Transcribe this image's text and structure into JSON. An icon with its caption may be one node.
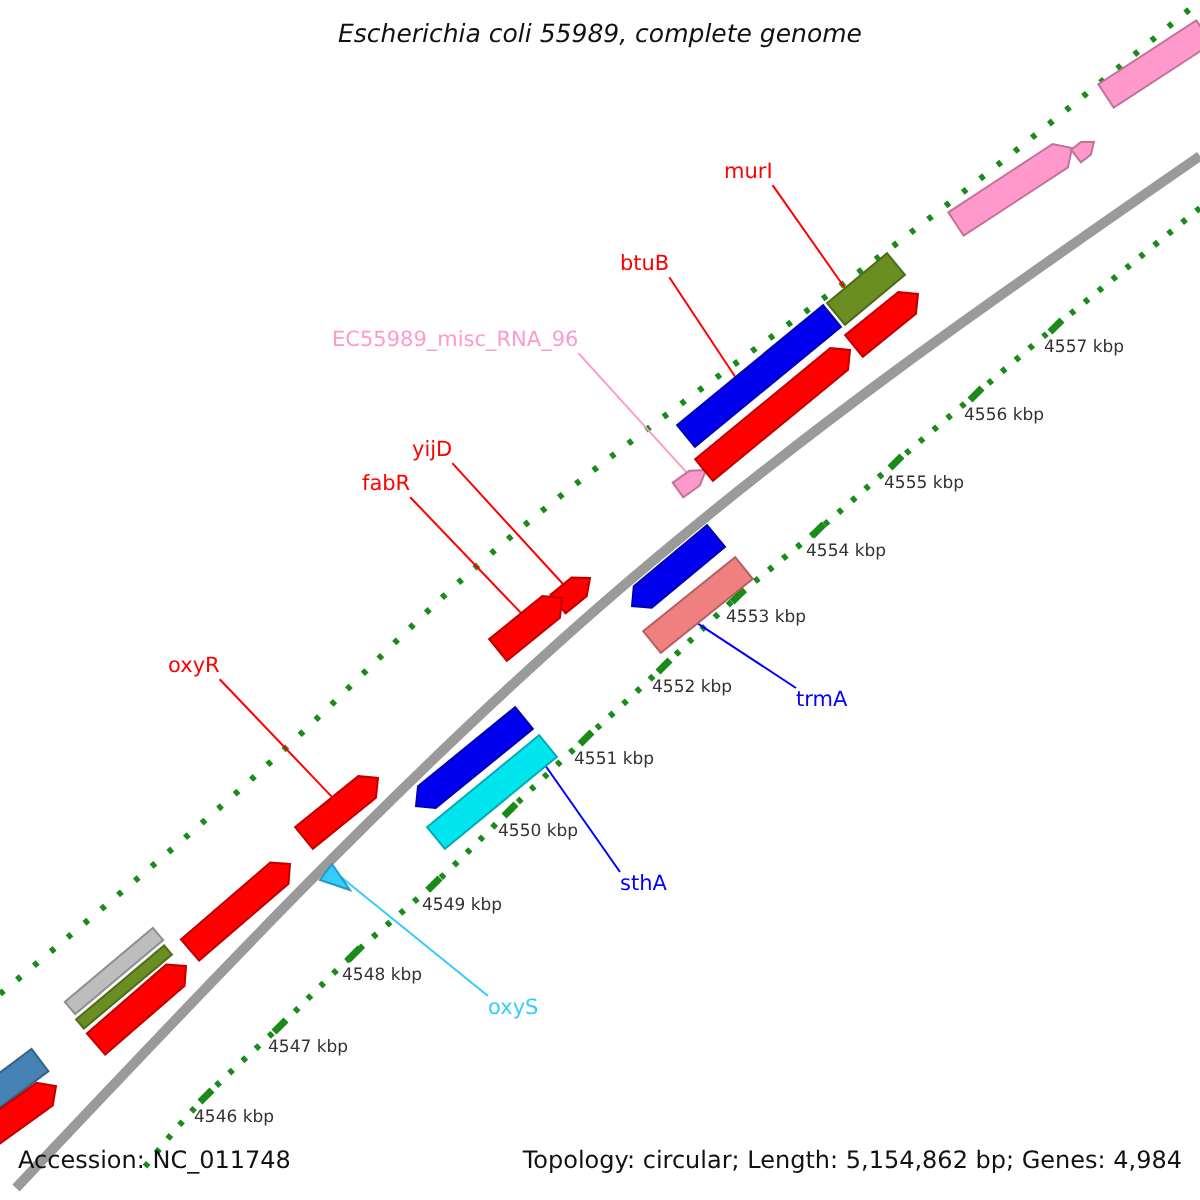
{
  "diagram": {
    "title": "Escherichia coli 55989, complete genome",
    "nodes": [
      {
        "text": [
          "murI"
        ]
      },
      {
        "text": [],
        "shape": "box"
      },
      {
        "text": [
          "btuB"
        ]
      },
      {
        "text": [],
        "shape": "box"
      },
      {
        "text": [
          "EC55989_misc_RNA_96"
        ]
      },
      {
        "text": [],
        "shape": "box"
      },
      {
        "text": [
          "yijD"
        ]
      },
      {
        "text": [],
        "shape": "box"
      },
      {
        "text": [
          "fabR"
        ]
      },
      {
        "text": [],
        "shape": "box"
      },
      {
        "text": [
          "oxyR"
        ]
      },
      {
        "text": [],
        "shape": "box"
      },
      {
        "text": [
          "trmA"
        ]
      },
      {
        "text": [],
        "shape": "box"
      },
      {
        "text": [
          "sthA"
        ]
      },
      {
        "text": [],
        "shape": "box"
      },
      {
        "text": [
          "oxyS"
        ]
      },
      {
        "text": [],
        "shape": "triangle"
      },
      {
        "text": [],
        "shape": "box"
      },
      {
        "text": [],
        "shape": "box"
      },
      {
        "text": [],
        "shape": "box"
      },
      {
        "text": [],
        "shape": "box"
      },
      {
        "text": [],
        "shape": "box"
      },
      {
        "text": [],
        "shape": "box"
      },
      {
        "text": [],
        "shape": "box"
      },
      {
        "text": [],
        "shape": "box"
      },
      {
        "text": [],
        "shape": "box"
      },
      {
        "text": [],
        "shape": "box"
      },
      {
        "text": [],
        "shape": "box"
      },
      {
        "text": [],
        "shape": "box"
      },
      {
        "text": [],
        "shape": "box"
      }
    ],
    "edges": [
      {
        "from": 0,
        "to": 1,
        "arrow": "none"
      },
      {
        "from": 2,
        "to": 3,
        "arrow": "none"
      },
      {
        "from": 4,
        "to": 5,
        "arrow": "none",
        "color": "#ff99cc"
      },
      {
        "from": 6,
        "to": 7,
        "arrow": "none"
      },
      {
        "from": 8,
        "to": 9,
        "arrow": "none"
      },
      {
        "from": 10,
        "to": 11,
        "arrow": "none"
      },
      {
        "from": 12,
        "to": 13,
        "arrow": "none",
        "color": "#0000ff"
      },
      {
        "from": 14,
        "to": 15,
        "arrow": "none",
        "color": "#0000ff"
      },
      {
        "from": 16,
        "to": 17,
        "arrow": "none",
        "color": "#33ccff"
      }
    ],
    "labels": [
      "4557 kbp",
      "4556 kbp",
      "4555 kbp",
      "4554 kbp",
      "4553 kbp",
      "4552 kbp",
      "4551 kbp",
      "4550 kbp",
      "4549 kbp",
      "4548 kbp",
      "4547 kbp",
      "4546 kbp",
      "Accession: NC_011748",
      "Topology: circular; Length: 5,154,862 bp; Genes: 4,984"
    ]
  }
}
